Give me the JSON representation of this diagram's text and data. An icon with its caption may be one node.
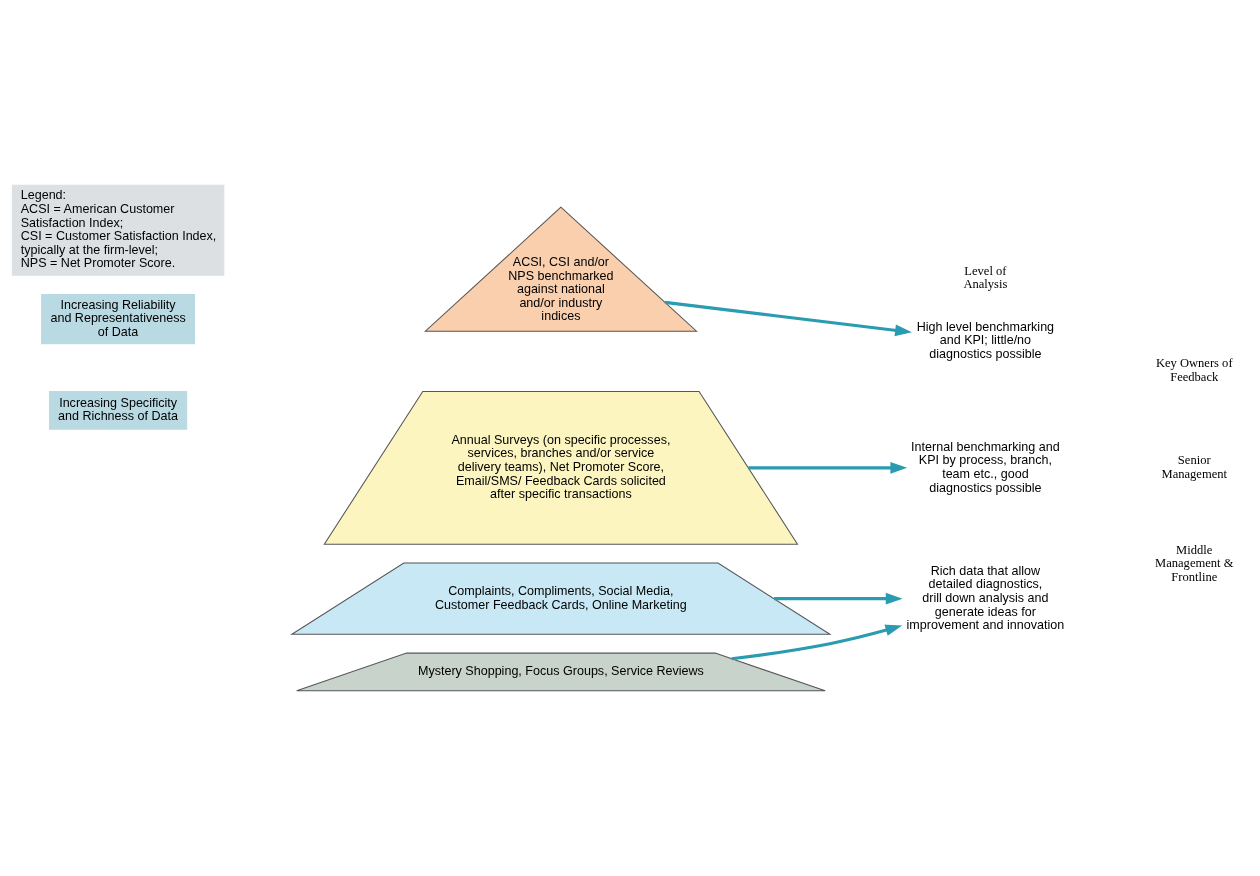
{
  "diagram": {
    "nodes": [
      {
        "text": [
          "Increasing Reliability and Representativeness of Data"
        ]
      },
      {
        "text": [
          "Increasing Specificity and Richness of Data"
        ]
      },
      {
        "text": [
          "ACSI, CSI and/or NPS benchmarked against national and/or industry indices"
        ]
      },
      {
        "text": [
          "Annual Surveys (on specific processes, services, branches and/or service delivery teams), Net Promoter Score, Email/SMS/ Feedback Cards solicited after specific transactions"
        ]
      },
      {
        "text": [
          "Complaints, Compliments, Social Media, Customer Feedback Cards, Online Marketing"
        ]
      },
      {
        "text": [
          "Mystery Shopping, Focus Groups, Service Reviews"
        ]
      },
      {
        "text": [
          "High level benchmarking and KPI; little/no diagnostics possible"
        ]
      },
      {
        "text": [
          "Internal benchmarking and KPI by process, branch, team etc., good diagnostics possible"
        ]
      },
      {
        "text": [
          "Rich data that allow detailed diagnostics, drill down analysis and generate ideas for improvement and innovation"
        ]
      },
      {
        "text": [
          "Legend:",
          "ACSI = American Customer Satisfaction Index;",
          "CSI = Customer Satisfaction Index, typically at the firm-level;",
          "NPS = Net Promoter Score."
        ]
      }
    ],
    "edges": [
      {
        "from": 2,
        "to": 6,
        "arrow": "to"
      },
      {
        "from": 3,
        "to": 7,
        "arrow": "to"
      },
      {
        "from": 4,
        "to": 8,
        "arrow": "to"
      },
      {
        "from": 5,
        "to": 8,
        "arrow": "to"
      }
    ],
    "labels": [
      "Level of Analysis",
      "Key Owners of Feedback",
      "Senior Management",
      "Middle Management & Frontline"
    ]
  }
}
